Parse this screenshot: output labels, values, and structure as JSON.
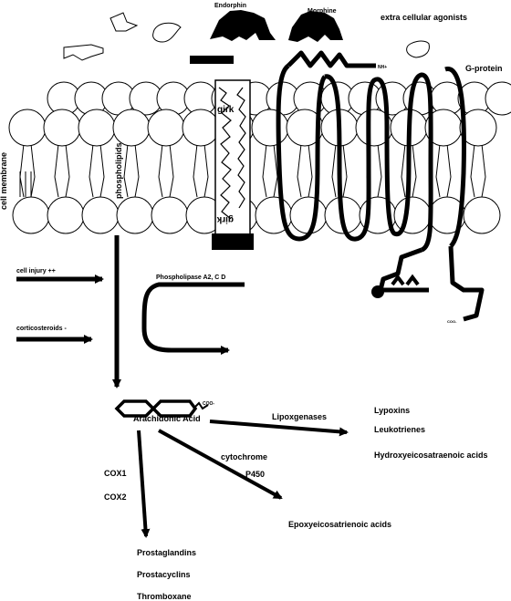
{
  "labels": {
    "endorphin": "Endorphin",
    "morphine": "Morphine",
    "extracellular_agonists": "extra cellular agonists",
    "g_protein": "G-protein",
    "girk_top": "girk",
    "girk_bottom": "girk",
    "cell_membrane": "cell membrane",
    "phospholipids": "phospholipids",
    "cell_injury": "cell injury ++",
    "corticosteroids": "corticosteroids -",
    "phospholipase": "Phospholipase A2, C D",
    "arachidonic_acid": "Arachidonic Acid",
    "coo": "COO-",
    "nh": "NH+",
    "cooh_receptor": "COO-",
    "lipoxgenases": "Lipoxgenases",
    "lypoxins": "Lypoxins",
    "leukotrienes": "Leukotrienes",
    "hydroxy": "Hydroxyeicosatraenoic acids",
    "cytochrome": "cytochrome",
    "p450": "P450",
    "epoxy": "Epoxyeicosatrienoic acids",
    "cox1": "COX1",
    "cox2": "COX2",
    "prostaglandins": "Prostaglandins",
    "prostacyclins": "Prostacyclins",
    "thromboxane": "Thromboxane"
  }
}
